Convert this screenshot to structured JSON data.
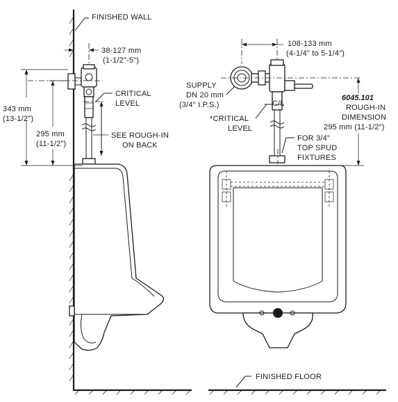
{
  "labels": {
    "finished_wall": "FINISHED WALL",
    "finished_floor": "FINISHED FLOOR",
    "offset_mm": "38-127 mm",
    "offset_in": "(1-1/2\"-5\")",
    "critical_level_1": "CRITICAL",
    "critical_level_2": "LEVEL",
    "height_343_mm": "343 mm",
    "height_343_in": "(13-1/2\")",
    "height_295_mm": "295 mm",
    "height_295_in": "(11-1/2\")",
    "see_roughin_1": "SEE ROUGH-IN",
    "see_roughin_2": "ON BACK",
    "width_mm": "108-133 mm",
    "width_in": "(4-1/4\" to 5-1/4\")",
    "supply_1": "SUPPLY",
    "supply_2": "DN 20 mm",
    "supply_3": "(3/4\" I.P.S.)",
    "critical_star_1": "*CRITICAL",
    "critical_star_2": "LEVEL",
    "model_number": "6045.101",
    "roughin_dim_1": "ROUGH-IN",
    "roughin_dim_2": "DIMENSION",
    "roughin_dim_3": "295 mm (11-1/2\")",
    "spud_1": "FOR 3/4\"",
    "spud_2": "TOP SPUD",
    "spud_3": "FIXTURES",
    "cl_mark": "C/L"
  }
}
